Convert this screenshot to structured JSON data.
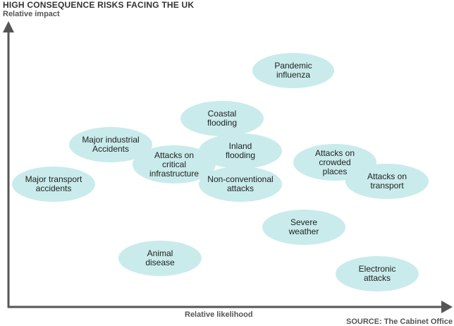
{
  "title": "HIGH CONSEQUENCE RISKS FACING THE UK",
  "y_axis_label": "Relative impact",
  "x_axis_label": "Relative likelihood",
  "source": "SOURCE: The Cabinet Office",
  "colors": {
    "bubble_fill": "#c9ebeb",
    "axis": "#555555",
    "text": "#222222"
  },
  "risks": [
    {
      "id": "pandemic-influenza",
      "label": "Pandemic\ninfluenza"
    },
    {
      "id": "coastal-flooding",
      "label": "Coastal\nflooding"
    },
    {
      "id": "major-industrial-accidents",
      "label": "Major industrial\nAccidents"
    },
    {
      "id": "inland-flooding",
      "label": "Inland\nflooding"
    },
    {
      "id": "attacks-on-critical-infrastructure",
      "label": "Attacks on\ncritical\ninfrastructure"
    },
    {
      "id": "attacks-on-crowded-places",
      "label": "Attacks on\ncrowded\nplaces"
    },
    {
      "id": "major-transport-accidents",
      "label": "Major transport\naccidents"
    },
    {
      "id": "non-conventional-attacks",
      "label": "Non-conventional\nattacks"
    },
    {
      "id": "attacks-on-transport",
      "label": "Attacks on\ntransport"
    },
    {
      "id": "severe-weather",
      "label": "Severe\nweather"
    },
    {
      "id": "animal-disease",
      "label": "Animal\ndisease"
    },
    {
      "id": "electronic-attacks",
      "label": "Electronic\nattacks"
    }
  ]
}
